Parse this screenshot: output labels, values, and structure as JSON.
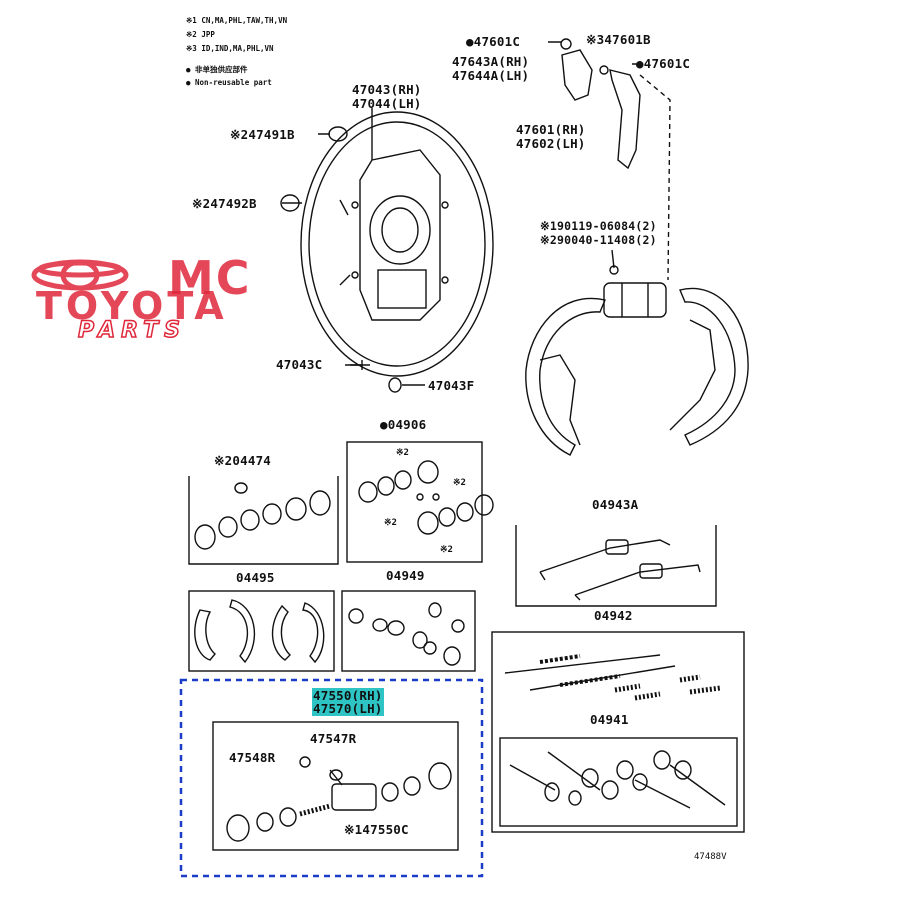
{
  "legend": {
    "note1": "※1 CN,MA,PHL,TAW,TH,VN",
    "note2": "※2 JPP",
    "note3": "※3 ID,IND,MA,PHL,VN",
    "note4": "● 非单独供应部件",
    "note5": "● Non-reusable part"
  },
  "watermark": {
    "brand1": "MC",
    "brand2": "TOYOTA",
    "brand3": "PARTS",
    "logo_color": "#e0283a"
  },
  "parts": {
    "p47601C_top": "●47601C",
    "p47601B": "※347601B",
    "p47643A": "47643A(RH)",
    "p47644A": "47644A(LH)",
    "p47601C_right": "●47601C",
    "p47043": "47043(RH)",
    "p47044": "47044(LH)",
    "p47491B": "※247491B",
    "p47492B": "※247492B",
    "p47601": "47601(RH)",
    "p47602": "47602(LH)",
    "p90119": "※190119-06084(2)",
    "p90040": "※290040-11408(2)",
    "p47043C": "47043C",
    "p47043F": "47043F",
    "p04906": "●04906",
    "p04474": "※204474",
    "x2a": "※2",
    "x2b": "※2",
    "x2c": "※2",
    "x2d": "※2",
    "p04943A": "04943A",
    "p04495": "04495",
    "p04949": "04949",
    "p04942": "04942",
    "p47550": "47550(RH)",
    "p47570": "47570(LH)",
    "p47547R": "47547R",
    "p47548R": "47548R",
    "p47550C": "※147550C",
    "p04941": "04941",
    "figure_code": "47488V"
  },
  "colors": {
    "highlight": "#2ec4c4",
    "selection_border": "#1a3cc8"
  }
}
